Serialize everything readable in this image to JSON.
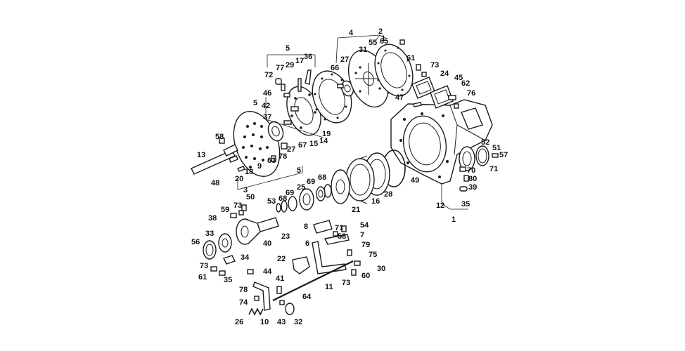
{
  "labels": [
    {
      "id": "l4",
      "text": "4"
    },
    {
      "id": "l2",
      "text": "2"
    },
    {
      "id": "l1a",
      "text": "1"
    },
    {
      "id": "l5a",
      "text": "5"
    },
    {
      "id": "l31",
      "text": "31"
    },
    {
      "id": "l55",
      "text": "55"
    },
    {
      "id": "l65",
      "text": "65"
    },
    {
      "id": "l66",
      "text": "66"
    },
    {
      "id": "l27a",
      "text": "27"
    },
    {
      "id": "l77",
      "text": "77"
    },
    {
      "id": "l29",
      "text": "29"
    },
    {
      "id": "l17",
      "text": "17"
    },
    {
      "id": "l36",
      "text": "36"
    },
    {
      "id": "l72",
      "text": "72"
    },
    {
      "id": "l46",
      "text": "46"
    },
    {
      "id": "l5b",
      "text": "5"
    },
    {
      "id": "l42",
      "text": "42"
    },
    {
      "id": "l37",
      "text": "37"
    },
    {
      "id": "l19",
      "text": "19"
    },
    {
      "id": "l15",
      "text": "15"
    },
    {
      "id": "l14",
      "text": "14"
    },
    {
      "id": "l67",
      "text": "67"
    },
    {
      "id": "l27b",
      "text": "27"
    },
    {
      "id": "l78a",
      "text": "78"
    },
    {
      "id": "l63",
      "text": "63"
    },
    {
      "id": "l58a",
      "text": "58"
    },
    {
      "id": "l13",
      "text": "13"
    },
    {
      "id": "l18",
      "text": "18"
    },
    {
      "id": "l9",
      "text": "9"
    },
    {
      "id": "l20",
      "text": "20"
    },
    {
      "id": "l48",
      "text": "48"
    },
    {
      "id": "l3",
      "text": "3"
    },
    {
      "id": "l5c",
      "text": "5"
    },
    {
      "id": "l61a",
      "text": "61"
    },
    {
      "id": "l73a",
      "text": "73"
    },
    {
      "id": "l24",
      "text": "24"
    },
    {
      "id": "l45",
      "text": "45"
    },
    {
      "id": "l62",
      "text": "62"
    },
    {
      "id": "l76",
      "text": "76"
    },
    {
      "id": "l47",
      "text": "47"
    },
    {
      "id": "l52",
      "text": "52"
    },
    {
      "id": "l51",
      "text": "51"
    },
    {
      "id": "l57",
      "text": "57"
    },
    {
      "id": "l70",
      "text": "70"
    },
    {
      "id": "l71a",
      "text": "71"
    },
    {
      "id": "l80",
      "text": "80"
    },
    {
      "id": "l39",
      "text": "39"
    },
    {
      "id": "l12",
      "text": "12"
    },
    {
      "id": "l35a",
      "text": "35"
    },
    {
      "id": "l1b",
      "text": "1"
    },
    {
      "id": "l49",
      "text": "49"
    },
    {
      "id": "l28",
      "text": "28"
    },
    {
      "id": "l16",
      "text": "16"
    },
    {
      "id": "l21",
      "text": "21"
    },
    {
      "id": "l68a",
      "text": "68"
    },
    {
      "id": "l69a",
      "text": "69"
    },
    {
      "id": "l25",
      "text": "25"
    },
    {
      "id": "l69b",
      "text": "69"
    },
    {
      "id": "l68b",
      "text": "68"
    },
    {
      "id": "l53",
      "text": "53"
    },
    {
      "id": "l50",
      "text": "50"
    },
    {
      "id": "l73b",
      "text": "73"
    },
    {
      "id": "l59",
      "text": "59"
    },
    {
      "id": "l38",
      "text": "38"
    },
    {
      "id": "l23",
      "text": "23"
    },
    {
      "id": "l40",
      "text": "40"
    },
    {
      "id": "l33",
      "text": "33"
    },
    {
      "id": "l56",
      "text": "56"
    },
    {
      "id": "l34",
      "text": "34"
    },
    {
      "id": "l73c",
      "text": "73"
    },
    {
      "id": "l61b",
      "text": "61"
    },
    {
      "id": "l35b",
      "text": "35"
    },
    {
      "id": "l8",
      "text": "8"
    },
    {
      "id": "l71b",
      "text": "71"
    },
    {
      "id": "l54",
      "text": "54"
    },
    {
      "id": "l58b",
      "text": "58"
    },
    {
      "id": "l7",
      "text": "7"
    },
    {
      "id": "l6",
      "text": "6"
    },
    {
      "id": "l79",
      "text": "79"
    },
    {
      "id": "l75",
      "text": "75"
    },
    {
      "id": "l22",
      "text": "22"
    },
    {
      "id": "l30",
      "text": "30"
    },
    {
      "id": "l60",
      "text": "60"
    },
    {
      "id": "l73d",
      "text": "73"
    },
    {
      "id": "l11",
      "text": "11"
    },
    {
      "id": "l44",
      "text": "44"
    },
    {
      "id": "l41",
      "text": "41"
    },
    {
      "id": "l78b",
      "text": "78"
    },
    {
      "id": "l64",
      "text": "64"
    },
    {
      "id": "l74",
      "text": "74"
    },
    {
      "id": "l26",
      "text": "26"
    },
    {
      "id": "l10",
      "text": "10"
    },
    {
      "id": "l43",
      "text": "43"
    },
    {
      "id": "l32",
      "text": "32"
    }
  ]
}
